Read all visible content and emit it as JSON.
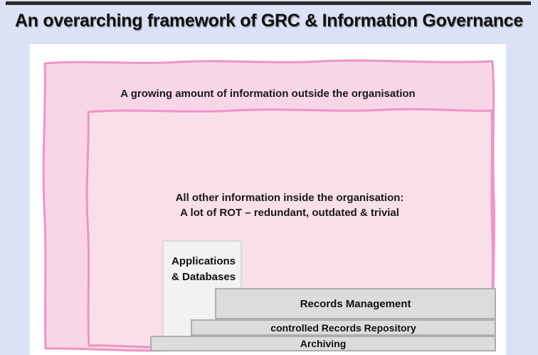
{
  "title": "An overarching framework of GRC & Information Governance",
  "colors": {
    "background": "#dbe2f6",
    "canvas": "#ffffff",
    "outer_pink_fill": "#f8d6e8",
    "inner_pink_fill": "#f8dfe9",
    "pink_border": "#ef94c2",
    "box_fill": "#f3f2f2",
    "box_border": "#d9d9d9",
    "bar_fill": "#dcdcdc",
    "bar_border": "#adadad",
    "top_bar": "#2b2b2b"
  },
  "diagram": {
    "outside_label": "A growing amount of information outside the organisation",
    "inside_label_line1": "All other information inside the organisation:",
    "inside_label_line2": "A lot of ROT – redundant, outdated & trivial",
    "apps_box_line1": "Applications",
    "apps_box_line2": "& Databases",
    "bars": [
      {
        "label": "Records Management"
      },
      {
        "label": "controlled Records Repository"
      },
      {
        "label": "Archiving"
      }
    ]
  }
}
